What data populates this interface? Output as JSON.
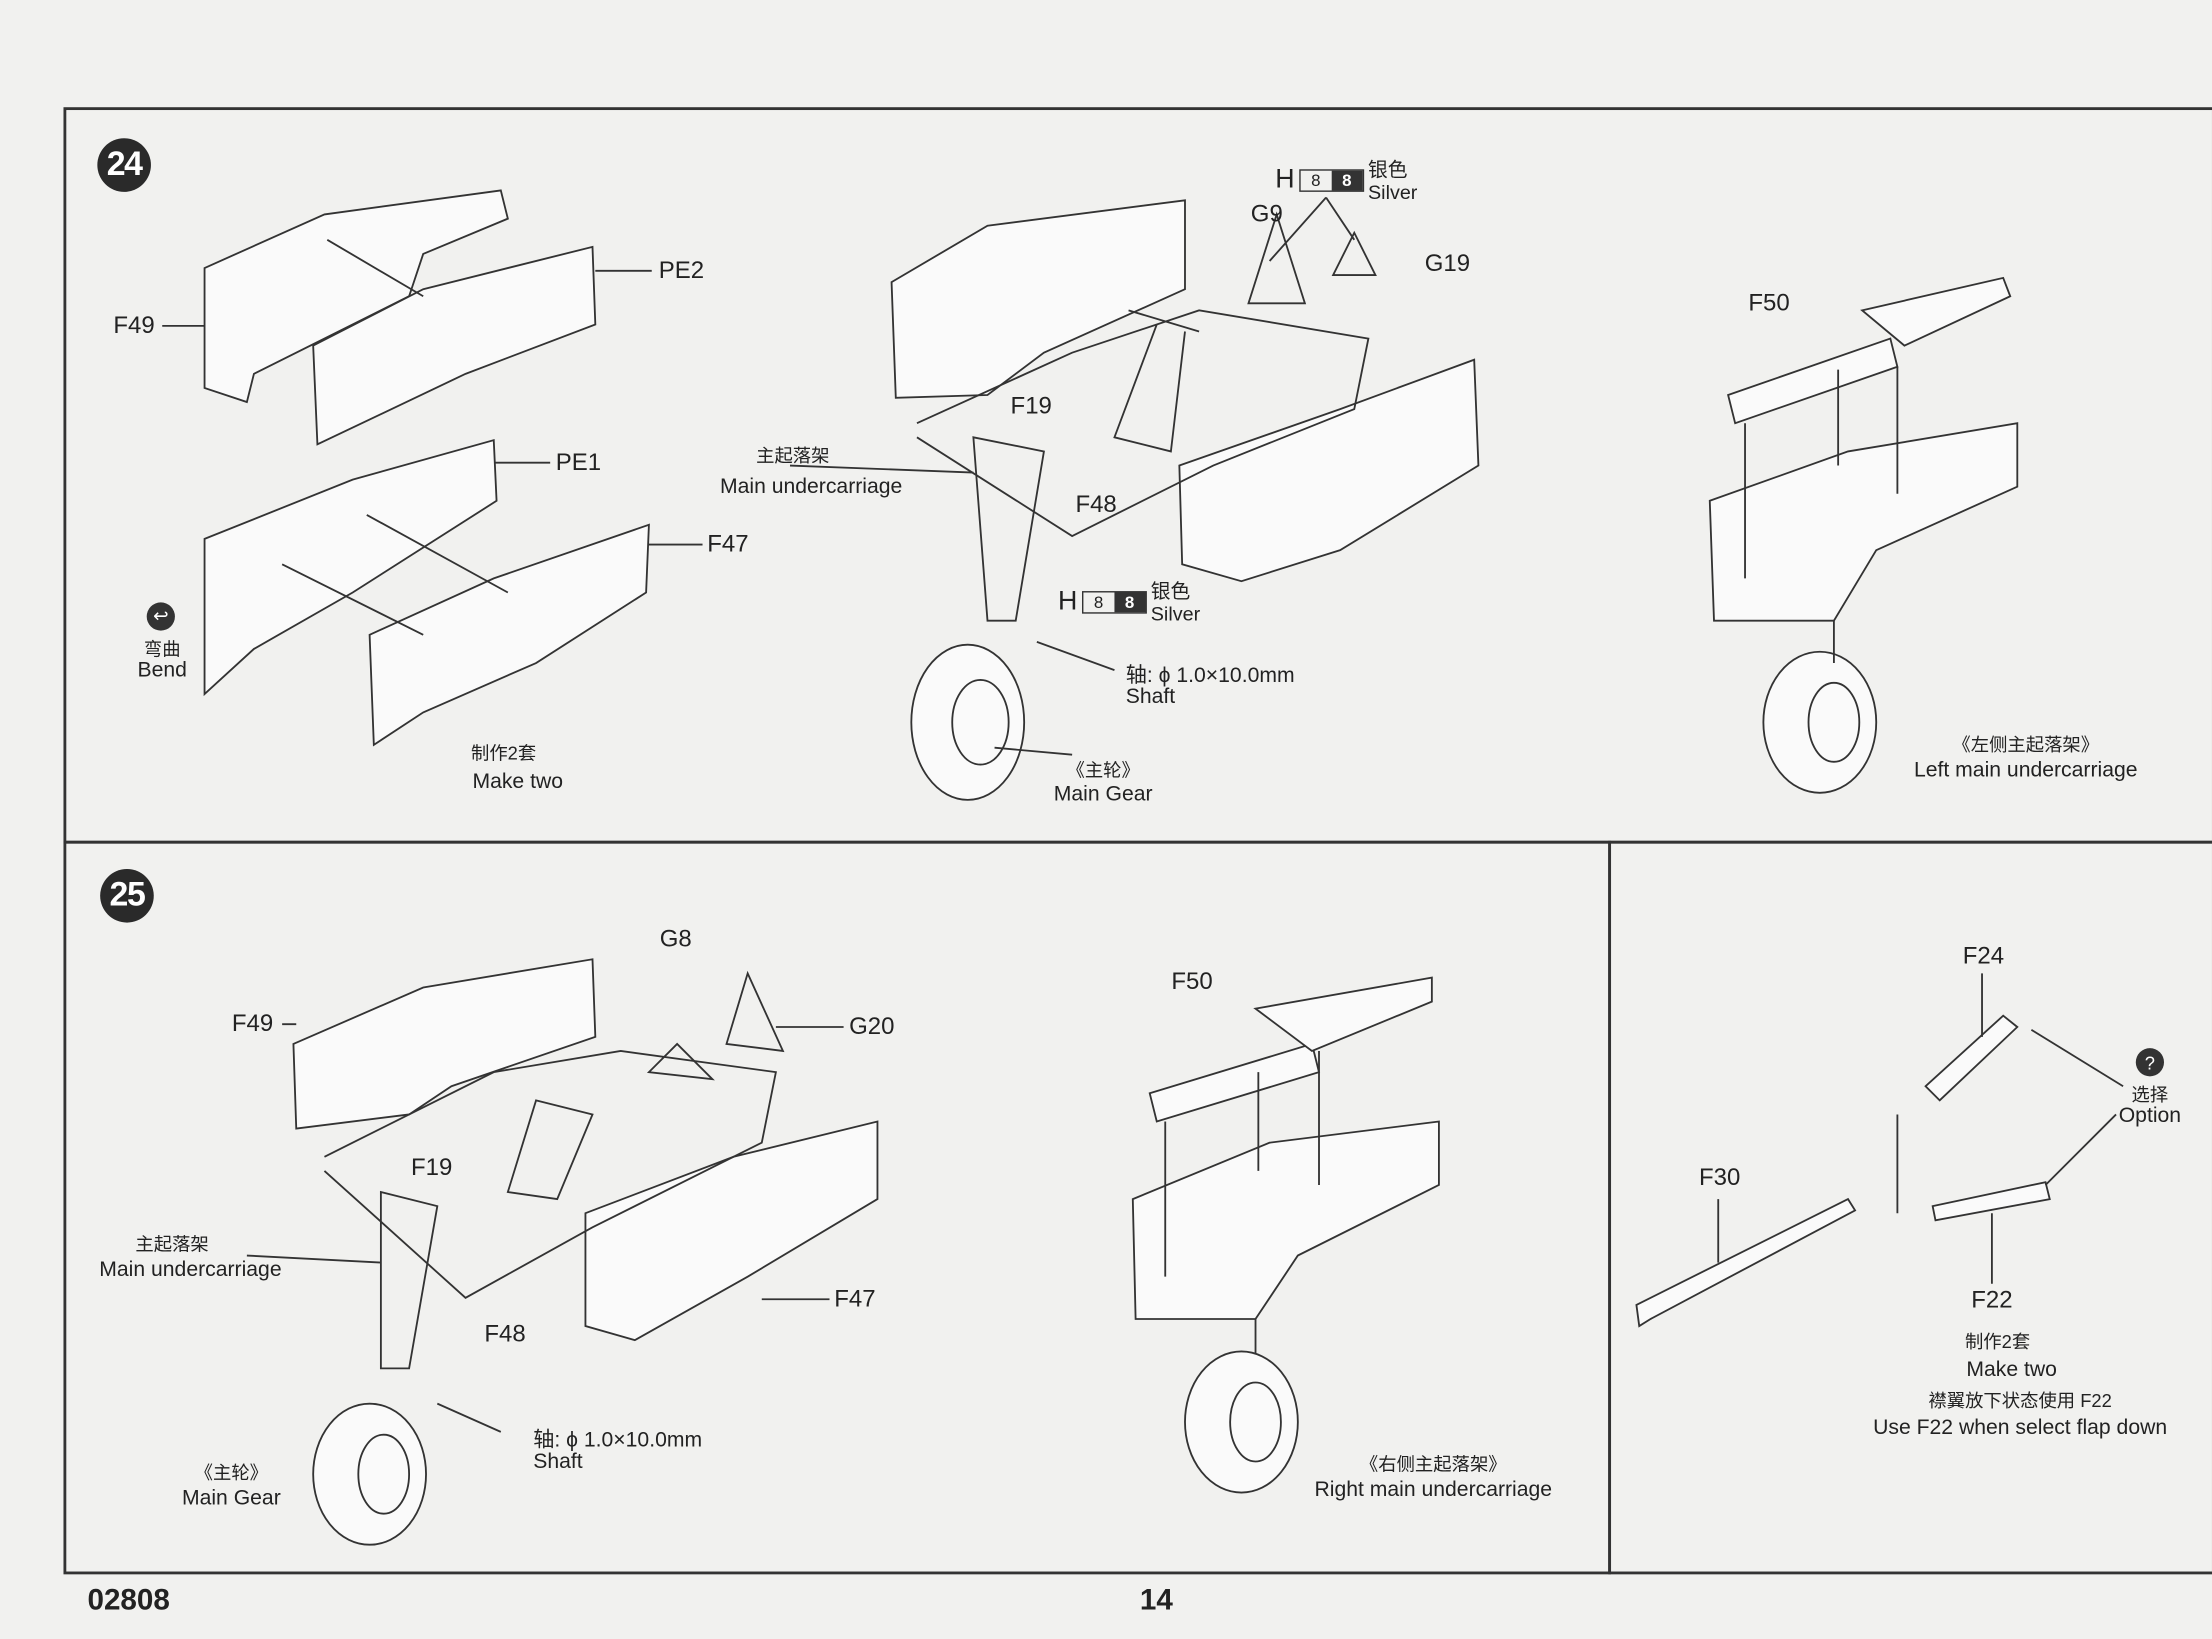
{
  "footer": {
    "code": "02808",
    "page": "14"
  },
  "step24": {
    "number": "24",
    "left": {
      "F49": "F49",
      "PE2": "PE2",
      "PE1": "PE1",
      "F47": "F47",
      "bend_cn": "弯曲",
      "bend_en": "Bend",
      "make_cn": "制作2套",
      "make_en": "Make two"
    },
    "center": {
      "paint1": {
        "h": "H",
        "c1": "8",
        "c2": "8",
        "cn": "银色",
        "en": "Silver"
      },
      "G9": "G9",
      "G19": "G19",
      "F19": "F19",
      "uc_cn": "主起落架",
      "uc_en": "Main undercarriage",
      "F48": "F48",
      "paint2": {
        "h": "H",
        "c1": "8",
        "c2": "8",
        "cn": "银色",
        "en": "Silver"
      },
      "shaft_cn": "轴: ϕ 1.0×10.0mm",
      "shaft_en": "Shaft",
      "gear_cn": "《主轮》",
      "gear_en": "Main Gear"
    },
    "right": {
      "F50": "F50",
      "title_cn": "《左侧主起落架》",
      "title_en": "Left main undercarriage"
    }
  },
  "step25": {
    "number": "25",
    "left": {
      "G8": "G8",
      "F49": "F49",
      "G20": "G20",
      "F19": "F19",
      "uc_cn": "主起落架",
      "uc_en": "Main undercarriage",
      "F48": "F48",
      "F47": "F47",
      "gear_cn": "《主轮》",
      "gear_en": "Main Gear",
      "shaft_cn": "轴: ϕ 1.0×10.0mm",
      "shaft_en": "Shaft"
    },
    "center": {
      "F50": "F50",
      "title_cn": "《右侧主起落架》",
      "title_en": "Right main undercarriage"
    },
    "option": {
      "F24": "F24",
      "icon": "?",
      "opt_cn": "选择",
      "opt_en": "Option",
      "F30": "F30",
      "F22": "F22",
      "make_cn": "制作2套",
      "make_en": "Make two",
      "note_cn": "襟翼放下状态使用 F22",
      "note_en": "Use F22 when select flap down"
    }
  }
}
